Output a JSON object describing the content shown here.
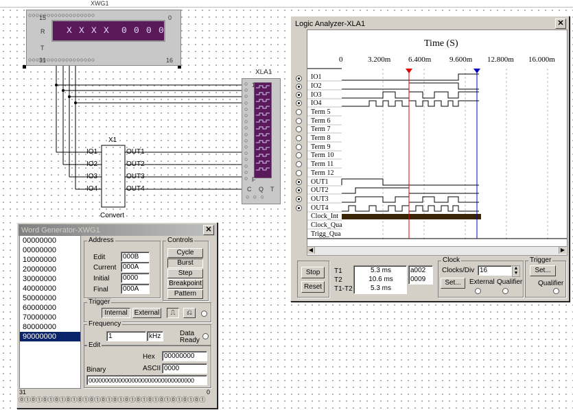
{
  "word_generator_instrument": {
    "label": "XWG1",
    "display": [
      "X",
      "X",
      "X",
      "X",
      "0",
      "0",
      "0",
      "0"
    ],
    "left_numbers": [
      "15",
      "R",
      "T",
      "31"
    ],
    "right_numbers": [
      "0",
      "16"
    ]
  },
  "subcircuit": {
    "ref": "X1",
    "name": "Convert",
    "inputs": [
      "IO1",
      "IO2",
      "IO3",
      "IO4"
    ],
    "outputs": [
      "OUT1",
      "OUT2",
      "OUT3",
      "OUT4"
    ]
  },
  "analyzer_instrument": {
    "label": "XLA1",
    "pin_1": "1",
    "pin_f": "F",
    "bottom_pins": [
      "C",
      "Q",
      "T"
    ]
  },
  "logic_analyzer": {
    "title": "Logic Analyzer-XLA1",
    "axis_title": "Time (S)",
    "ticks": [
      "0",
      "3.200m",
      "6.400m",
      "9.600m",
      "12.800m",
      "16.000m"
    ],
    "signals": [
      "IO1",
      "IO2",
      "IO3",
      "IO4",
      "Term 5",
      "Term 6",
      "Term 7",
      "Term 8",
      "Term 9",
      "Term 10",
      "Term 11",
      "Term 12",
      "OUT1",
      "OUT2",
      "OUT3",
      "OUT4",
      "Clock_Int",
      "Clock_Qua",
      "Trigg_Qua"
    ],
    "active_signals": [
      true,
      true,
      true,
      true,
      false,
      false,
      false,
      false,
      false,
      false,
      false,
      false,
      true,
      true,
      true,
      true,
      false,
      false,
      false
    ],
    "buttons": {
      "stop": "Stop",
      "reset": "Reset"
    },
    "cursor_labels": {
      "t1": "T1",
      "t2": "T2",
      "t1t2": "T1-T2"
    },
    "cursor_values": {
      "t1": "5.3 ms",
      "t2": "10.6 ms",
      "t1t2": "5.3 ms"
    },
    "cursor_hex": {
      "t1": "a002",
      "t2": "0009"
    },
    "clock": {
      "title": "Clock",
      "clocks_div_label": "Clocks/Div",
      "clocks_div_value": "16",
      "set_label": "Set...",
      "external_label": "External",
      "qualifier_label": "Qualifier"
    },
    "trigger": {
      "title": "Trigger",
      "set_label": "Set...",
      "qualifier_label": "Qualifier"
    },
    "colors": {
      "t1_cursor": "#e00000",
      "t2_cursor": "#0000c0",
      "clock_bar": "#3a2408"
    }
  },
  "word_generator": {
    "title": "Word Generator-XWG1",
    "words": [
      "00000000",
      "00000000",
      "10000000",
      "20000000",
      "30000000",
      "40000000",
      "50000000",
      "60000000",
      "70000000",
      "80000000",
      "90000000"
    ],
    "selected_index": 10,
    "address": {
      "title": "Address",
      "edit_label": "Edit",
      "edit_value": "000B",
      "current_label": "Current",
      "current_value": "000A",
      "initial_label": "Initial",
      "initial_value": "0000",
      "final_label": "Final",
      "final_value": "000A"
    },
    "controls": {
      "title": "Controls",
      "cycle": "Cycle",
      "burst": "Burst",
      "step": "Step",
      "breakpoint": "Breakpoint",
      "pattern": "Pattern"
    },
    "trigger": {
      "title": "Trigger",
      "internal": "Internal",
      "external": "External"
    },
    "frequency": {
      "title": "Frequency",
      "value": "1",
      "unit": "kHz",
      "data_ready": "Data Ready"
    },
    "edit": {
      "title": "Edit",
      "hex_label": "Hex",
      "hex_value": "00000000",
      "ascii_label": "ASCII",
      "ascii_value": "0000",
      "binary_label": "Binary",
      "binary_value": "00000000000000000000000000000000"
    },
    "pins_left": "31",
    "pins_right": "0"
  }
}
